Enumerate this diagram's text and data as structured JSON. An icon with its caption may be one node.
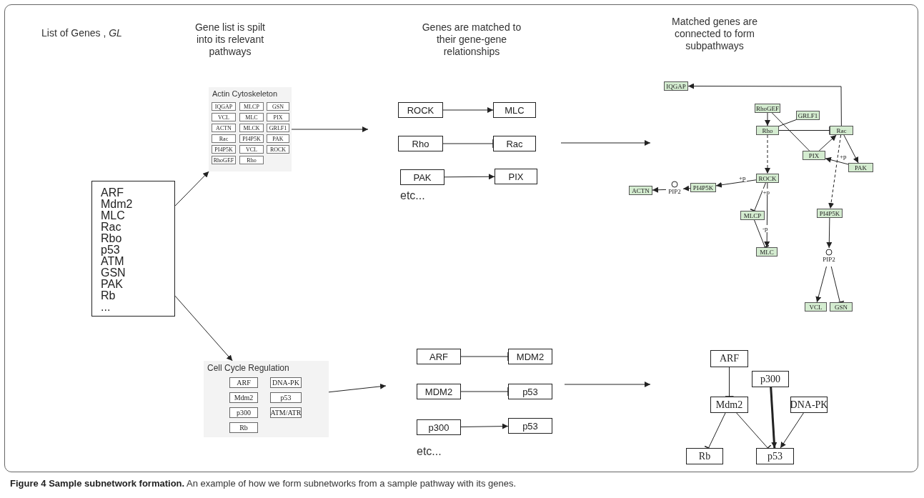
{
  "diagram": {
    "caption": "**Figure 4 Sample subnetwork formation.** An example of how we form subnetworks from a sample pathway with its genes.",
    "nodes": [
      {
        "text": [
          "ARF",
          "Mdm2",
          "MLC",
          "Rac",
          "Rbo",
          "p53",
          "ATM",
          "GSN",
          "PAK",
          "Rb",
          "..."
        ]
      },
      {
        "text": [
          "Actin Cytoskeleton"
        ]
      },
      {
        "text": [
          "IQGAP"
        ],
        "in": 1
      },
      {
        "text": [
          "MLCP"
        ],
        "in": 1
      },
      {
        "text": [
          "GSN"
        ],
        "in": 1
      },
      {
        "text": [
          "VCL"
        ],
        "in": 1
      },
      {
        "text": [
          "MLC"
        ],
        "in": 1
      },
      {
        "text": [
          "PIX"
        ],
        "in": 1
      },
      {
        "text": [
          "ACTN"
        ],
        "in": 1
      },
      {
        "text": [
          "MLCK"
        ],
        "in": 1
      },
      {
        "text": [
          "GRLF1"
        ],
        "in": 1
      },
      {
        "text": [
          "Rac"
        ],
        "in": 1
      },
      {
        "text": [
          "PI4P5K"
        ],
        "in": 1
      },
      {
        "text": [
          "PAK"
        ],
        "in": 1
      },
      {
        "text": [
          "PI4P5K"
        ],
        "in": 1
      },
      {
        "text": [
          "VCL"
        ],
        "in": 1
      },
      {
        "text": [
          "ROCK"
        ],
        "in": 1
      },
      {
        "text": [
          "RhoGEF"
        ],
        "in": 1
      },
      {
        "text": [
          "Rho"
        ],
        "in": 1
      },
      {
        "text": [
          "ROCK"
        ]
      },
      {
        "text": [
          "MLC"
        ]
      },
      {
        "text": [
          "Rho"
        ]
      },
      {
        "text": [
          "Rac"
        ]
      },
      {
        "text": [
          "PAK"
        ]
      },
      {
        "text": [
          "PIX"
        ]
      },
      {
        "text": [
          "IQGAP"
        ]
      },
      {
        "text": [
          "RhoGEF"
        ]
      },
      {
        "text": [
          "GRLF1"
        ]
      },
      {
        "text": [
          "Rho"
        ]
      },
      {
        "text": [
          "Rac"
        ]
      },
      {
        "text": [
          "PIX"
        ]
      },
      {
        "text": [
          "PAK"
        ]
      },
      {
        "text": [
          "ACTN"
        ]
      },
      {
        "text": [
          "PIP2"
        ]
      },
      {
        "text": [
          "PI4P5K"
        ]
      },
      {
        "text": [
          "ROCK"
        ]
      },
      {
        "text": [
          "MLCP"
        ]
      },
      {
        "text": [
          "PI4P5K"
        ]
      },
      {
        "text": [
          "MLC"
        ]
      },
      {
        "text": [
          "PIP2"
        ]
      },
      {
        "text": [
          "VCL"
        ]
      },
      {
        "text": [
          "GSN"
        ]
      },
      {
        "text": [
          "Cell Cycle Regulation"
        ]
      },
      {
        "text": [
          "ARF"
        ],
        "in": 42
      },
      {
        "text": [
          "DNA-PK"
        ],
        "in": 42
      },
      {
        "text": [
          "Mdm2"
        ],
        "in": 42
      },
      {
        "text": [
          "p53"
        ],
        "in": 42
      },
      {
        "text": [
          "p300"
        ],
        "in": 42
      },
      {
        "text": [
          "ATM/ATR"
        ],
        "in": 42
      },
      {
        "text": [
          "Rb"
        ],
        "in": 42
      },
      {
        "text": [
          "ARF"
        ]
      },
      {
        "text": [
          "MDM2"
        ]
      },
      {
        "text": [
          "MDM2"
        ]
      },
      {
        "text": [
          "p53"
        ]
      },
      {
        "text": [
          "p300"
        ]
      },
      {
        "text": [
          "p53"
        ]
      },
      {
        "text": [
          "ARF"
        ]
      },
      {
        "text": [
          "p300"
        ]
      },
      {
        "text": [
          "Mdm2"
        ]
      },
      {
        "text": [
          "DNA-PK"
        ]
      },
      {
        "text": [
          "Rb"
        ]
      },
      {
        "text": [
          "p53"
        ]
      }
    ],
    "edges": [
      {
        "from": 0,
        "to": 1,
        "arrow": "to"
      },
      {
        "from": 0,
        "to": 42,
        "arrow": "to"
      },
      {
        "from": 1,
        "to": null,
        "arrow": "to"
      },
      {
        "from": 42,
        "to": null,
        "arrow": "to"
      },
      {
        "from": 19,
        "to": 20,
        "arrow": "to"
      },
      {
        "from": 21,
        "to": 22,
        "arrow": "other"
      },
      {
        "from": 23,
        "to": 24,
        "arrow": "to"
      },
      {
        "from": 50,
        "to": 51,
        "arrow": "other"
      },
      {
        "from": 52,
        "to": 53,
        "arrow": "other"
      },
      {
        "from": 54,
        "to": 55,
        "arrow": "to"
      },
      {
        "from": 29,
        "to": 25,
        "arrow": "to"
      },
      {
        "from": 26,
        "to": 28,
        "arrow": "to"
      },
      {
        "from": 27,
        "to": 28,
        "arrow": "none"
      },
      {
        "from": 28,
        "to": 29,
        "arrow": "other"
      },
      {
        "from": 26,
        "to": 30,
        "arrow": "none"
      },
      {
        "from": 30,
        "to": 29,
        "arrow": "to"
      },
      {
        "from": 29,
        "to": 31,
        "arrow": "to"
      },
      {
        "from": 31,
        "to": 30,
        "arrow": "to",
        "label": "+p"
      },
      {
        "from": 28,
        "to": 35,
        "arrow": "to",
        "style": "dashed"
      },
      {
        "from": 35,
        "to": 34,
        "arrow": "to",
        "label": "+p"
      },
      {
        "from": 34,
        "to": 33,
        "arrow": "to"
      },
      {
        "from": 33,
        "to": 32,
        "arrow": "to"
      },
      {
        "from": 35,
        "to": 36,
        "arrow": "other",
        "label": "+p"
      },
      {
        "from": 35,
        "to": 38,
        "arrow": "to"
      },
      {
        "from": 36,
        "to": 38,
        "arrow": "other",
        "label": "-p"
      },
      {
        "from": 29,
        "to": 37,
        "arrow": "to",
        "style": "dashed"
      },
      {
        "from": 37,
        "to": 39,
        "arrow": "to"
      },
      {
        "from": 39,
        "to": 40,
        "arrow": "to"
      },
      {
        "from": 39,
        "to": 41,
        "arrow": "other"
      },
      {
        "from": 56,
        "to": 58,
        "arrow": "other"
      },
      {
        "from": 58,
        "to": 60,
        "arrow": "other"
      },
      {
        "from": 58,
        "to": 61,
        "arrow": "other"
      },
      {
        "from": 57,
        "to": 61,
        "arrow": "to",
        "style": "thick"
      },
      {
        "from": 59,
        "to": 61,
        "arrow": "to"
      }
    ],
    "labels": [
      "List of Genes , *GL*",
      "Gene list is spilt into its relevant pathways",
      "Genes are matched to their gene-gene relationships",
      "Matched genes are connected to form subpathways",
      "etc...",
      "etc..."
    ]
  }
}
